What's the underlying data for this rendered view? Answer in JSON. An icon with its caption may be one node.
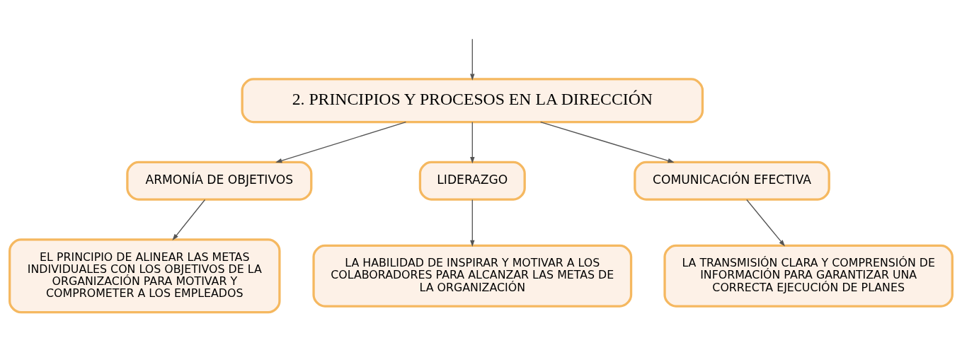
{
  "diagram": {
    "nodes": [
      {
        "text": [
          "2. PRINCIPIOS Y PROCESOS EN LA DIRECCIÓN"
        ]
      },
      {
        "text": [
          "ARMONÍA DE OBJETIVOS"
        ]
      },
      {
        "text": [
          "LIDERAZGO"
        ]
      },
      {
        "text": [
          "COMUNICACIÓN EFECTIVA"
        ]
      },
      {
        "text": [
          "EL PRINCIPIO DE ALINEAR LAS METAS INDIVIDUALES CON LOS OBJETIVOS DE LA ORGANIZACIÓN PARA MOTIVAR Y COMPROMETER A LOS EMPLEADOS"
        ]
      },
      {
        "text": [
          "LA HABILIDAD DE INSPIRAR Y MOTIVAR A LOS COLABORADORES PARA ALCANZAR LAS METAS DE LA ORGANIZACIÓN"
        ]
      },
      {
        "text": [
          "LA TRANSMISIÓN CLARA Y COMPRENSIÓN DE INFORMACIÓN PARA GARANTIZAR UNA CORRECTA EJECUCIÓN DE PLANES"
        ]
      }
    ],
    "edges": [
      {
        "from": null,
        "to": 0,
        "arrow": "to"
      },
      {
        "from": 0,
        "to": 1,
        "arrow": "to"
      },
      {
        "from": 0,
        "to": 2,
        "arrow": "to"
      },
      {
        "from": 0,
        "to": 3,
        "arrow": "to"
      },
      {
        "from": 1,
        "to": 4,
        "arrow": "to"
      },
      {
        "from": 2,
        "to": 5,
        "arrow": "to"
      },
      {
        "from": 3,
        "to": 6,
        "arrow": "to"
      }
    ]
  }
}
